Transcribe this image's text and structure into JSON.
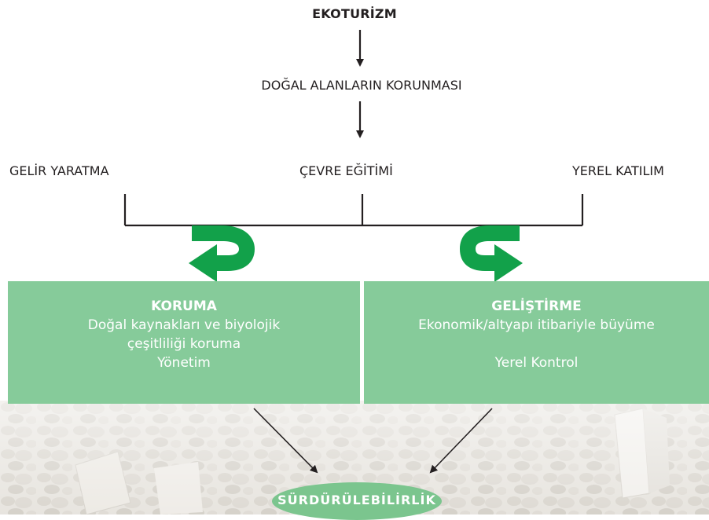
{
  "diagram": {
    "title": "EKOTURİZM",
    "level2": "DOĞAL ALANLARIN KORUNMASI",
    "branches": {
      "left": "GELİR YARATMA",
      "center": "ÇEVRE EĞİTİMİ",
      "right": "YEREL KATILIM"
    },
    "protection": {
      "heading": "KORUMA",
      "line1": "Doğal kaynakları ve biyolojik",
      "line2": "çeşitliliği koruma",
      "line3": "Yönetim"
    },
    "development": {
      "heading": "GELİŞTİRME",
      "line1": "Ekonomik/altyapı itibariyle büyüme",
      "line2": "Yerel Kontrol"
    },
    "result": "SÜRDÜRÜLEBİLİRLİK"
  },
  "colors": {
    "box_green": "#86cb9a",
    "arrow_green": "#12a14a",
    "badge_green": "#7bc58e",
    "text_dark": "#231f20",
    "stone_background": "#e4e1da"
  },
  "icons": [
    "curved-arrow-left-icon",
    "curved-arrow-right-icon"
  ]
}
